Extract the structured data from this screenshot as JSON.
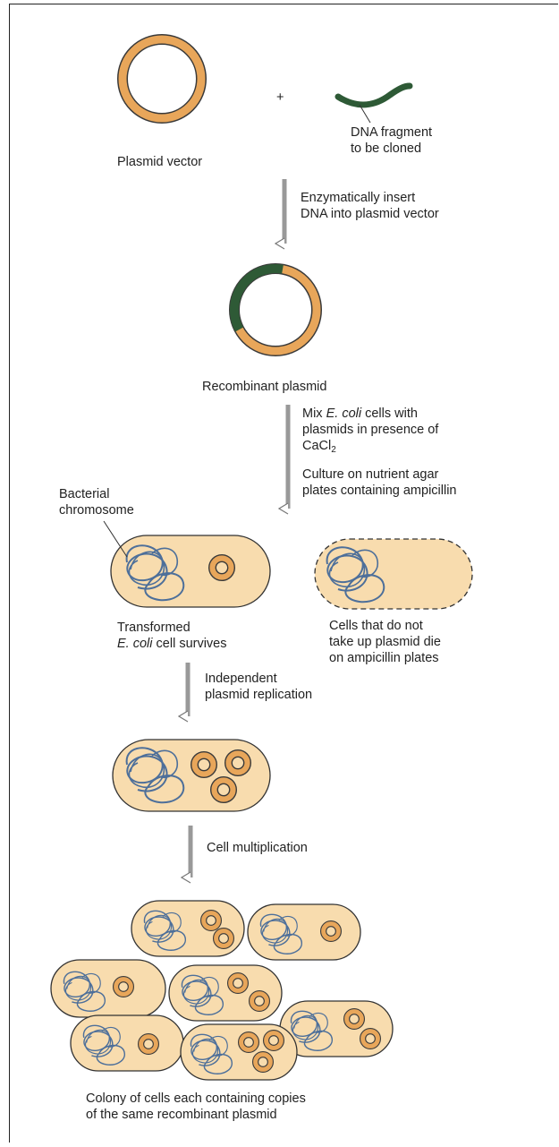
{
  "colors": {
    "plasmid_ring": "#e8a65a",
    "ring_outline": "#3a3a3a",
    "insert_dna": "#2e5a36",
    "cell_fill": "#f8dcae",
    "chromosome": "#4d6f9a",
    "arrow": "#888888"
  },
  "labels": {
    "plus": "+",
    "plasmid_vector": "Plasmid vector",
    "dna_fragment": [
      "DNA fragment",
      "to be cloned"
    ],
    "insert_step": [
      "Enzymatically insert",
      "DNA into plasmid vector"
    ],
    "recombinant_plasmid": "Recombinant plasmid",
    "mix_step": {
      "l1_pre": "Mix ",
      "l1_ital": "E. coli",
      "l1_post": " cells with",
      "l2": "plasmids in presence of",
      "l3_base": "CaCl",
      "l3_sub": "2"
    },
    "culture_step": [
      "Culture on nutrient agar",
      "plates containing ampicillin"
    ],
    "bacterial_chromosome": [
      "Bacterial",
      "chromosome"
    ],
    "transformed": {
      "l1": "Transformed",
      "l2_ital": "E. coli",
      "l2_post": " cell survives"
    },
    "die_cells": [
      "Cells that do not",
      "take up plasmid die",
      "on ampicillin plates"
    ],
    "replication_step": [
      "Independent",
      "plasmid replication"
    ],
    "multiplication_step": "Cell multiplication",
    "colony": [
      "Colony of cells each containing copies",
      "of the same recombinant plasmid"
    ]
  }
}
